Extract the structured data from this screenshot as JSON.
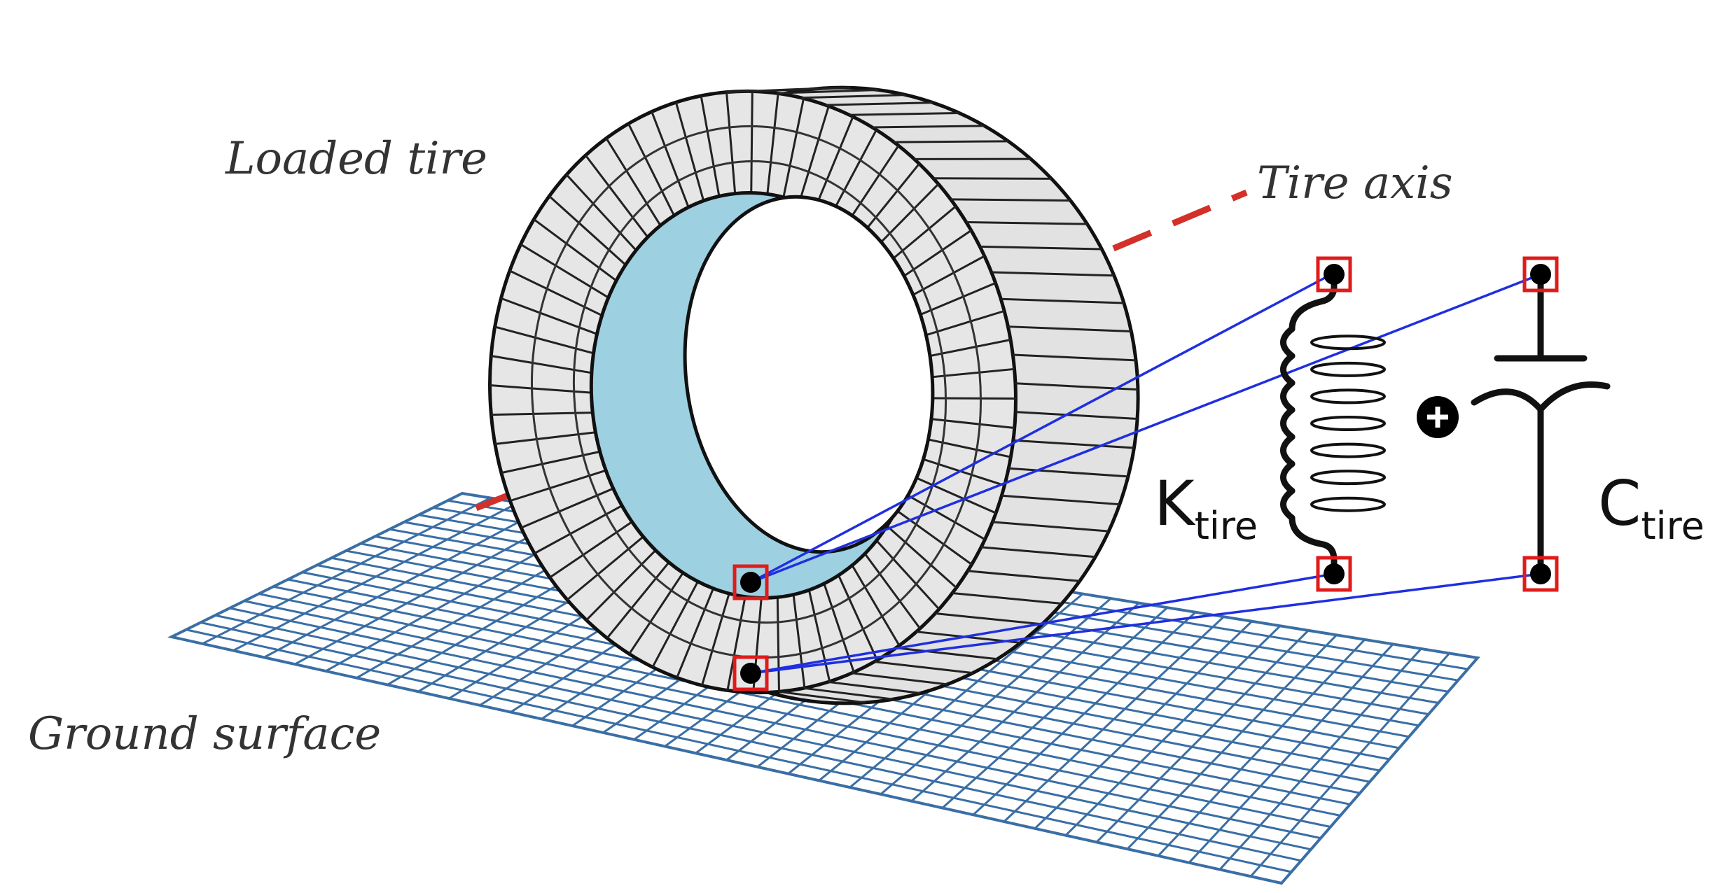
{
  "labels": {
    "loaded_tire": "Loaded tire",
    "tire_axis": "Tire axis",
    "ground_surface": "Ground surface",
    "k_main": "K",
    "k_sub": "tire",
    "c_main": "C",
    "c_sub": "tire"
  },
  "colors": {
    "grid": "#3a6ea5",
    "tire_fill": "#e2e2e2",
    "tire_inner": "#9dd0e0",
    "axis": "#d3302a",
    "connector": "#1f2fe0",
    "node_box": "#e01b1b",
    "node_dot": "#000000"
  },
  "icons": {
    "plus": "plus-circle-icon",
    "spring": "spring-icon",
    "damper": "damper-icon"
  }
}
